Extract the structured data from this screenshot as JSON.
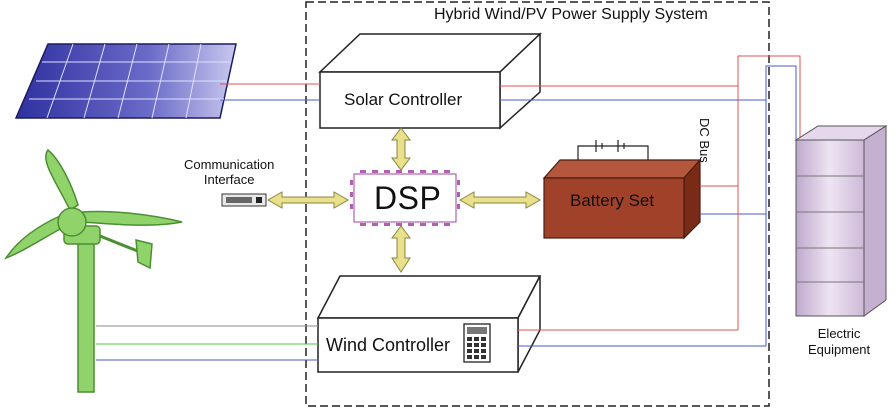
{
  "system": {
    "title": "Hybrid Wind/PV Power Supply System"
  },
  "blocks": {
    "solar_controller": "Solar Controller",
    "dsp": "DSP",
    "battery_set": "Battery Set",
    "wind_controller": "Wind Controller"
  },
  "labels": {
    "communication_interface_line1": "Communication",
    "communication_interface_line2": "Interface",
    "dc_bus": "DC Bus",
    "electric_equipment_line1": "Electric",
    "electric_equipment_line2": "Equipment"
  },
  "colors": {
    "solar_panel": "#3a3aa8",
    "turbine": "#8fd36a",
    "battery": "#a0412a",
    "arrow": "#e8e08a",
    "wire_red": "#e05050",
    "wire_blue": "#4a5ad0",
    "wire_green": "#55c055",
    "cabinet": "#d8c8e0",
    "dsp_border": "#b060b0"
  },
  "icons": {
    "panel": "solar-panel-icon",
    "turbine": "wind-turbine-icon",
    "battery_terminals": "battery-terminals-icon",
    "keypad": "keypad-icon",
    "interface_device": "communication-device-icon",
    "cabinet": "equipment-cabinet-icon"
  }
}
